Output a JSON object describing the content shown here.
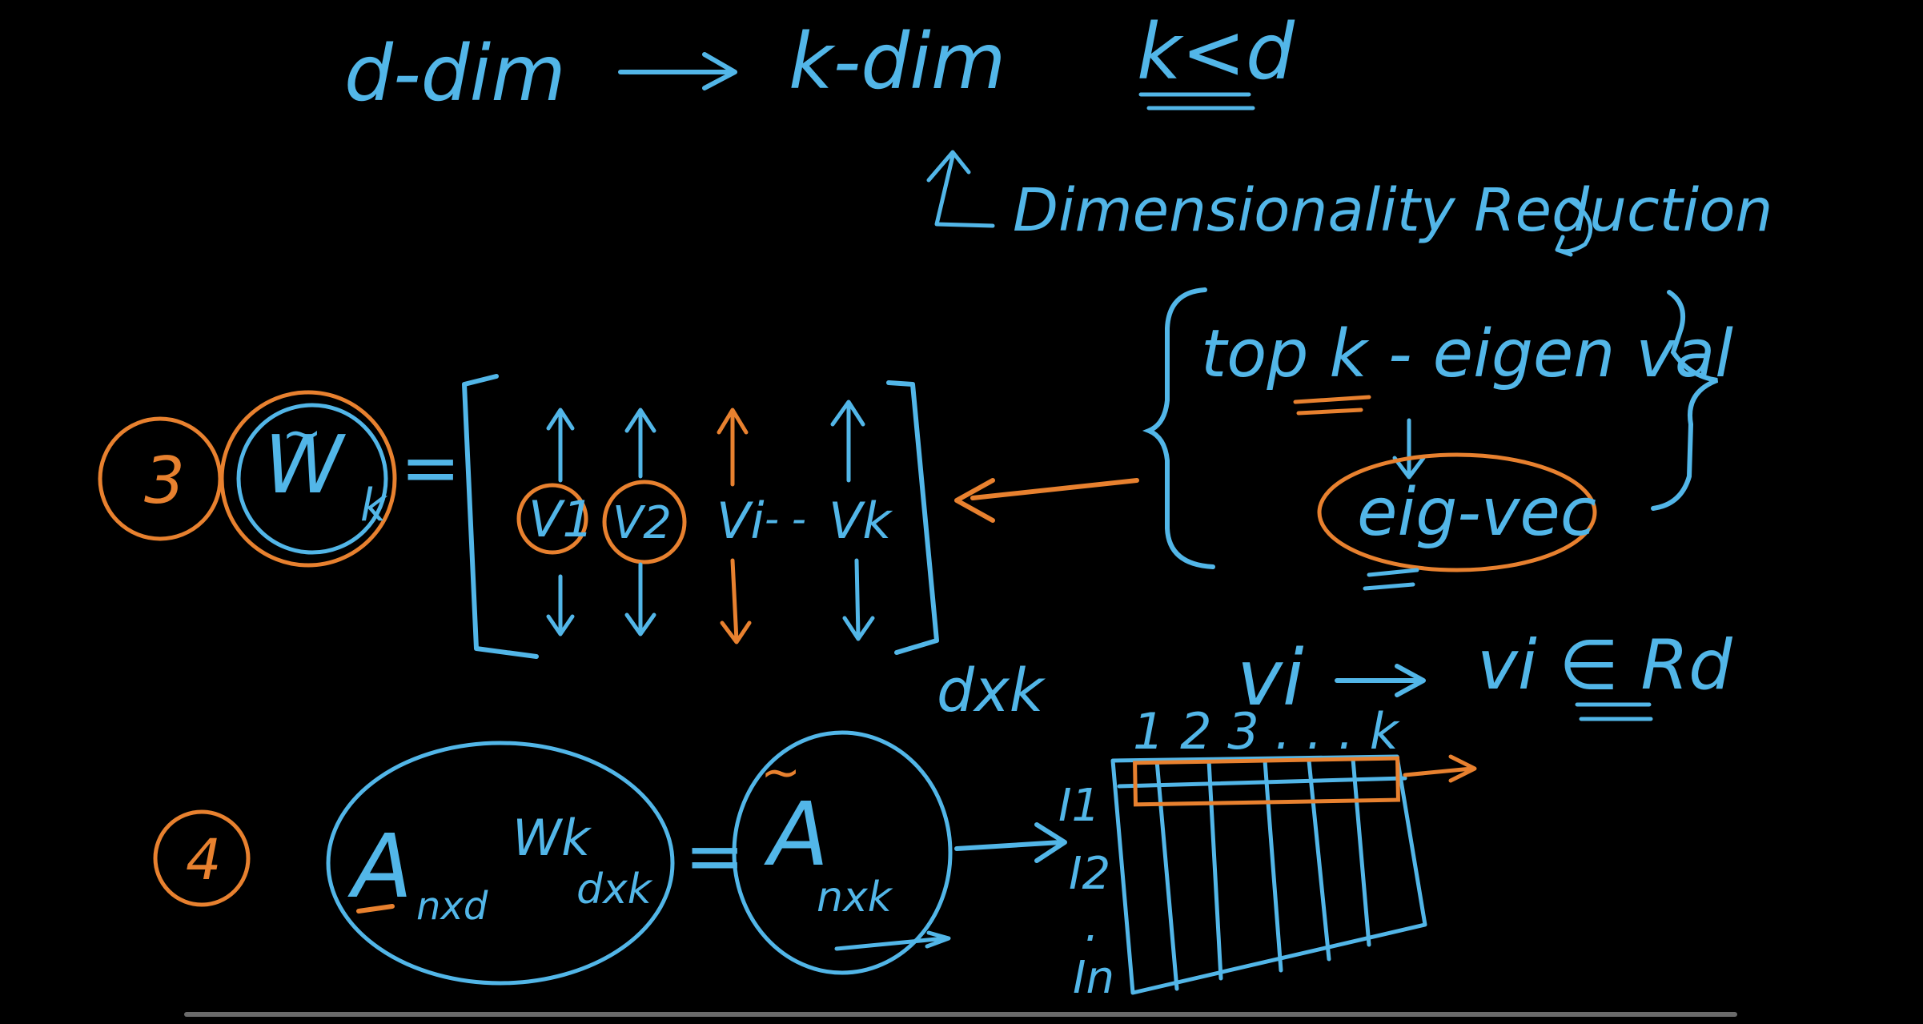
{
  "colors": {
    "background": "#000000",
    "blue_ink": "#52b6e8",
    "orange_ink": "#e8812f",
    "progress_track": "#6a6a6a"
  },
  "top_line": {
    "left": "d-dim",
    "right": "k-dim",
    "condition": "k<d"
  },
  "dim_reduction_label": "Dimensionality Reduction",
  "eigen_group": {
    "top_label": "top k - eigen val",
    "eigvec_label": "eig-vec"
  },
  "step3": {
    "number": "3",
    "w_main": "W",
    "w_sub": "k",
    "w_tilde": "~",
    "equals": "=",
    "columns": [
      "V1",
      "V2",
      "Vi",
      "Vk"
    ],
    "column_dots": "- -",
    "shape": "dxk",
    "vi_note": "vi",
    "vi_domain": "vi ∈ Rd"
  },
  "step4": {
    "number": "4",
    "a_main": "A",
    "a_sub": "nxd",
    "w_main": "Wk",
    "w_sub": "dxk",
    "equals": "=",
    "result_main": "A",
    "result_sub": "nxk",
    "result_tilde": "~",
    "column_headers": "1 2 3 . . . k",
    "row_labels": [
      "I1",
      "I2",
      ".",
      "In"
    ]
  }
}
